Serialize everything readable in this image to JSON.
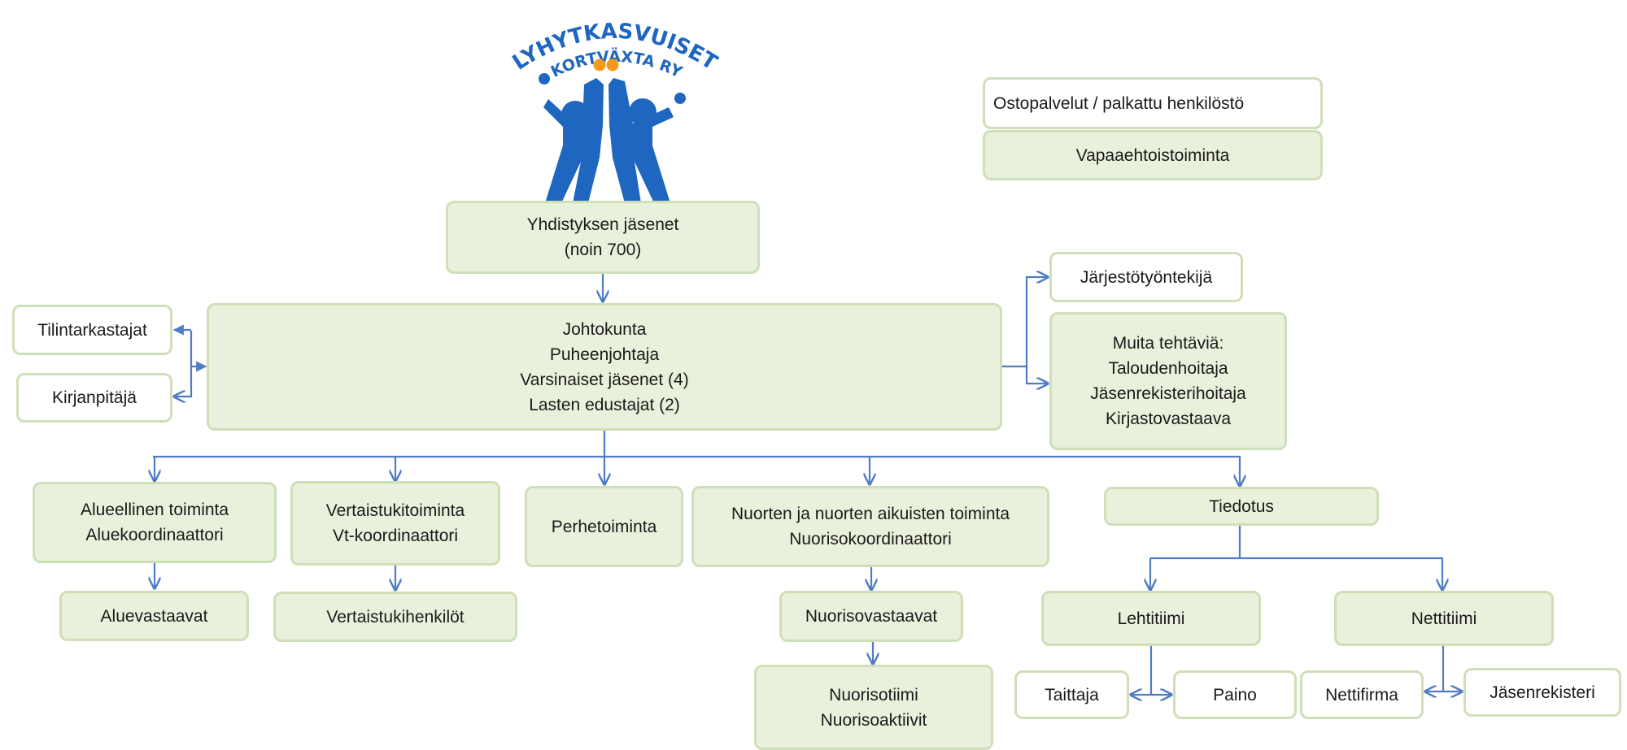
{
  "logo": {
    "line1": "LYHYTKASVUISET",
    "line2": "KORTVÄXTA RY",
    "blue": "#1e66c0",
    "orange": "#f39a1e"
  },
  "colors": {
    "box_fill": "#e9f0db",
    "box_border": "#cfdfb8",
    "connector": "#4f7cc3"
  },
  "legend": {
    "paid": "Ostopalvelut / palkattu henkilöstö",
    "volunteer": "Vapaaehtoistoiminta"
  },
  "members": {
    "line1": "Yhdistyksen jäsenet",
    "line2": "(noin 700)"
  },
  "board": {
    "line1": "Johtokunta",
    "line2": "Puheenjohtaja",
    "line3": "Varsinaiset jäsenet  (4)",
    "line4": "Lasten edustajat (2)"
  },
  "auditors": "Tilintarkastajat",
  "accountant": "Kirjanpitäjä",
  "org_worker": "Järjestötyöntekijä",
  "other_tasks": {
    "line1": "Muita tehtäviä:",
    "line2": "Taloudenhoitaja",
    "line3": "Jäsenrekisterihoitaja",
    "line4": "Kirjastovastaava"
  },
  "regional": {
    "line1": "Alueellinen toiminta",
    "line2": "Aluekoordinaattori"
  },
  "regional_reps": "Aluevastaavat",
  "peer": {
    "line1": "Vertaistukitoiminta",
    "line2": "Vt-koordinaattori"
  },
  "peer_persons": "Vertaistukihenkilöt",
  "family": "Perhetoiminta",
  "youth": {
    "line1": "Nuorten  ja nuorten  aikuisten toiminta",
    "line2": "Nuorisokoordinaattori"
  },
  "youth_reps": "Nuorisovastaavat",
  "youth_team": {
    "line1": "Nuorisotiimi",
    "line2": "Nuorisoaktiivit"
  },
  "info": "Tiedotus",
  "magazine_team": "Lehtitiimi",
  "web_team": "Nettitiimi",
  "layout_artist": "Taittaja",
  "printing": "Paino",
  "web_company": "Nettifirma",
  "member_registry": "Jäsenrekisteri"
}
